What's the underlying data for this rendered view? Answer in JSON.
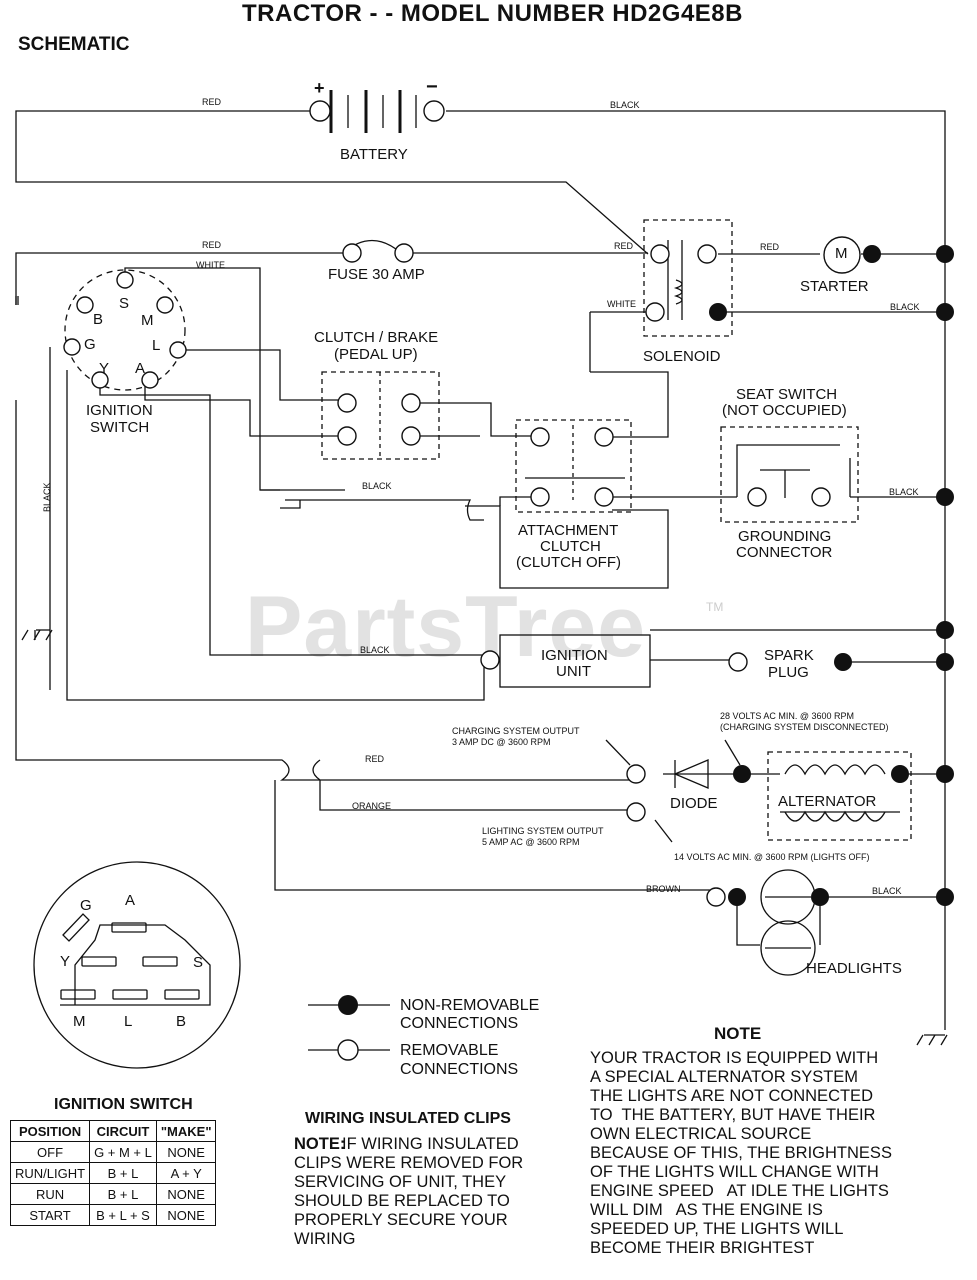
{
  "header": {
    "title": "TRACTOR - - MODEL NUMBER HD2G4E8B",
    "subtitle": "SCHEMATIC"
  },
  "watermark": {
    "text": "PartsTree",
    "tm": "TM"
  },
  "components": {
    "battery": "BATTERY",
    "battery_plus": "+",
    "battery_minus": "−",
    "fuse": "FUSE 30 AMP",
    "solenoid": "SOLENOID",
    "starter": "STARTER",
    "starter_m": "M",
    "ignition_switch": [
      "IGNITION",
      "SWITCH"
    ],
    "clutch_brake": [
      "CLUTCH / BRAKE",
      "(PEDAL UP)"
    ],
    "seat_switch": [
      "SEAT SWITCH",
      "(NOT OCCUPIED)"
    ],
    "attachment_clutch": [
      "ATTACHMENT",
      "CLUTCH",
      "(CLUTCH OFF)"
    ],
    "grounding_connector": [
      "GROUNDING",
      "CONNECTOR"
    ],
    "ignition_unit": [
      "IGNITION",
      "UNIT"
    ],
    "spark_plug": [
      "SPARK",
      "PLUG"
    ],
    "diode": "DIODE",
    "alternator": "ALTERNATOR",
    "headlights": "HEADLIGHTS",
    "switch_terminals": {
      "S": "S",
      "B": "B",
      "M": "M",
      "G": "G",
      "L": "L",
      "Y": "Y",
      "A": "A"
    }
  },
  "wires": {
    "red": "RED",
    "black": "BLACK",
    "white": "WHITE",
    "orange": "ORANGE",
    "brown": "BROWN"
  },
  "annotations": {
    "charging_output": [
      "CHARGING SYSTEM OUTPUT",
      "3 AMP DC @ 3600 RPM"
    ],
    "volts_28": [
      "28 VOLTS AC MIN. @ 3600 RPM",
      "(CHARGING SYSTEM DISCONNECTED)"
    ],
    "lighting_output": [
      "LIGHTING SYSTEM OUTPUT",
      "5 AMP AC @ 3600 RPM"
    ],
    "volts_14": "14 VOLTS AC MIN. @ 3600 RPM (LIGHTS OFF)"
  },
  "legend": {
    "non_removable": [
      "NON-REMOVABLE",
      "CONNECTIONS"
    ],
    "removable": [
      "REMOVABLE",
      "CONNECTIONS"
    ]
  },
  "switch_face": {
    "terminals": {
      "G": "G",
      "A": "A",
      "Y": "Y",
      "S": "S",
      "M": "M",
      "L": "L",
      "B": "B"
    },
    "title": "IGNITION SWITCH"
  },
  "switch_table": {
    "headers": [
      "POSITION",
      "CIRCUIT",
      "\"MAKE\""
    ],
    "rows": [
      [
        "OFF",
        "G + M + L",
        "NONE"
      ],
      [
        "RUN/LIGHT",
        "B + L",
        "A + Y"
      ],
      [
        "RUN",
        "B + L",
        "NONE"
      ],
      [
        "START",
        "B + L + S",
        "NONE"
      ]
    ]
  },
  "clips_note": {
    "title": "WIRING INSULATED CLIPS",
    "prefix": "NOTE:",
    "text": "IF WIRING INSULATED\nCLIPS WERE REMOVED FOR\nSERVICING OF UNIT, THEY\nSHOULD BE REPLACED TO\nPROPERLY SECURE YOUR\nWIRING"
  },
  "note": {
    "title": "NOTE",
    "text": "YOUR TRACTOR IS EQUIPPED WITH\nA SPECIAL ALTERNATOR SYSTEM\nTHE LIGHTS ARE NOT CONNECTED\nTO  THE BATTERY, BUT HAVE THEIR\nOWN ELECTRICAL SOURCE\nBECAUSE OF THIS, THE BRIGHTNESS\nOF THE LIGHTS WILL CHANGE WITH\nENGINE SPEED   AT IDLE THE LIGHTS\nWILL DIM   AS THE ENGINE IS\nSPEEDED UP, THE LIGHTS WILL\nBECOME THEIR BRIGHTEST"
  }
}
